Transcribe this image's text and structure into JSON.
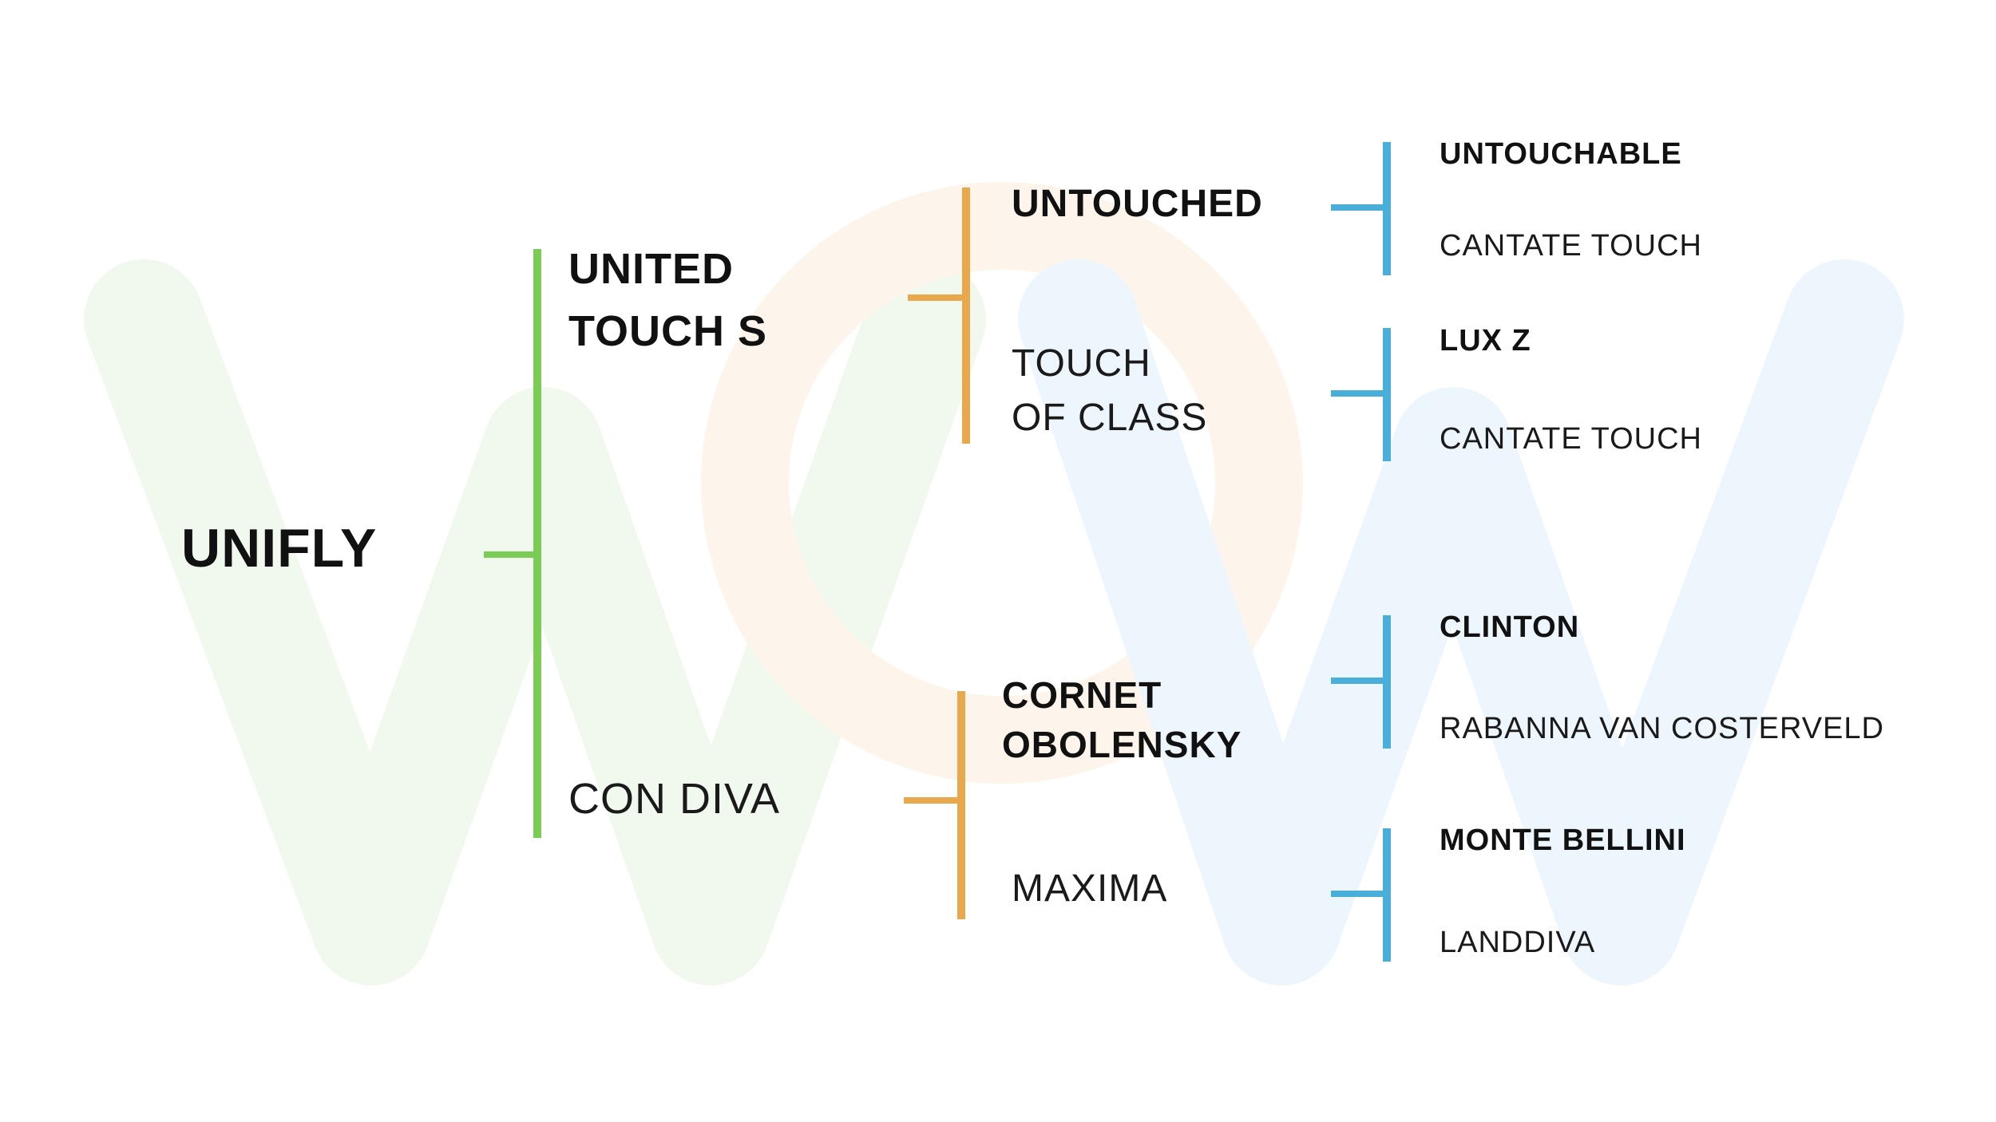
{
  "colors": {
    "green": "#7acc55",
    "orange": "#e9a84c",
    "blue": "#4aaedb",
    "watermark_green": "#f1f9ee",
    "watermark_orange": "#fdf5ec",
    "watermark_blue": "#eef6fd"
  },
  "watermark": {
    "text": "WOW"
  },
  "tree": {
    "root": "UNIFLY",
    "level1": [
      {
        "line1": "UNITED",
        "line2": "TOUCH S"
      },
      {
        "line1": "CON DIVA"
      }
    ],
    "level2": [
      {
        "line1": "UNTOUCHED"
      },
      {
        "line1": "TOUCH",
        "line2": "OF CLASS"
      },
      {
        "line1": "CORNET",
        "line2": "OBOLENSKY"
      },
      {
        "line1": "MAXIMA"
      }
    ],
    "level3": [
      "UNTOUCHABLE",
      "CANTATE TOUCH",
      "LUX Z",
      "CANTATE TOUCH",
      "CLINTON",
      "RABANNA VAN COSTERVELD",
      "MONTE BELLINI",
      "LANDDIVA"
    ]
  }
}
